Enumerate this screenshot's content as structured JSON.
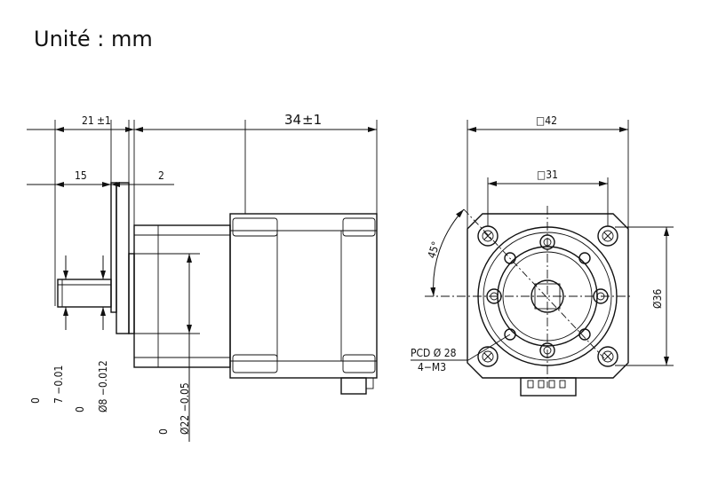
{
  "title": "Unité : mm",
  "side_view": {
    "dim_total_front": "21",
    "dim_total_front_tol": "±1",
    "dim_body": "34",
    "dim_body_tol": "±1",
    "dim_shaft": "15",
    "dim_boss": "2",
    "dim_flat_upper": "0",
    "dim_flat": "7 −0.01",
    "dim_shaft_dia_upper": "0",
    "dim_shaft_dia": "Ø8 −0.012",
    "dim_pilot_upper": "0",
    "dim_pilot": "Ø22 −0.05"
  },
  "front_view": {
    "dim_outer": "□42",
    "dim_hole_spacing": "□31",
    "dim_height": "Ø36",
    "angle": "45°",
    "pcd": "PCD Ø 28",
    "thread": "4−M3"
  }
}
